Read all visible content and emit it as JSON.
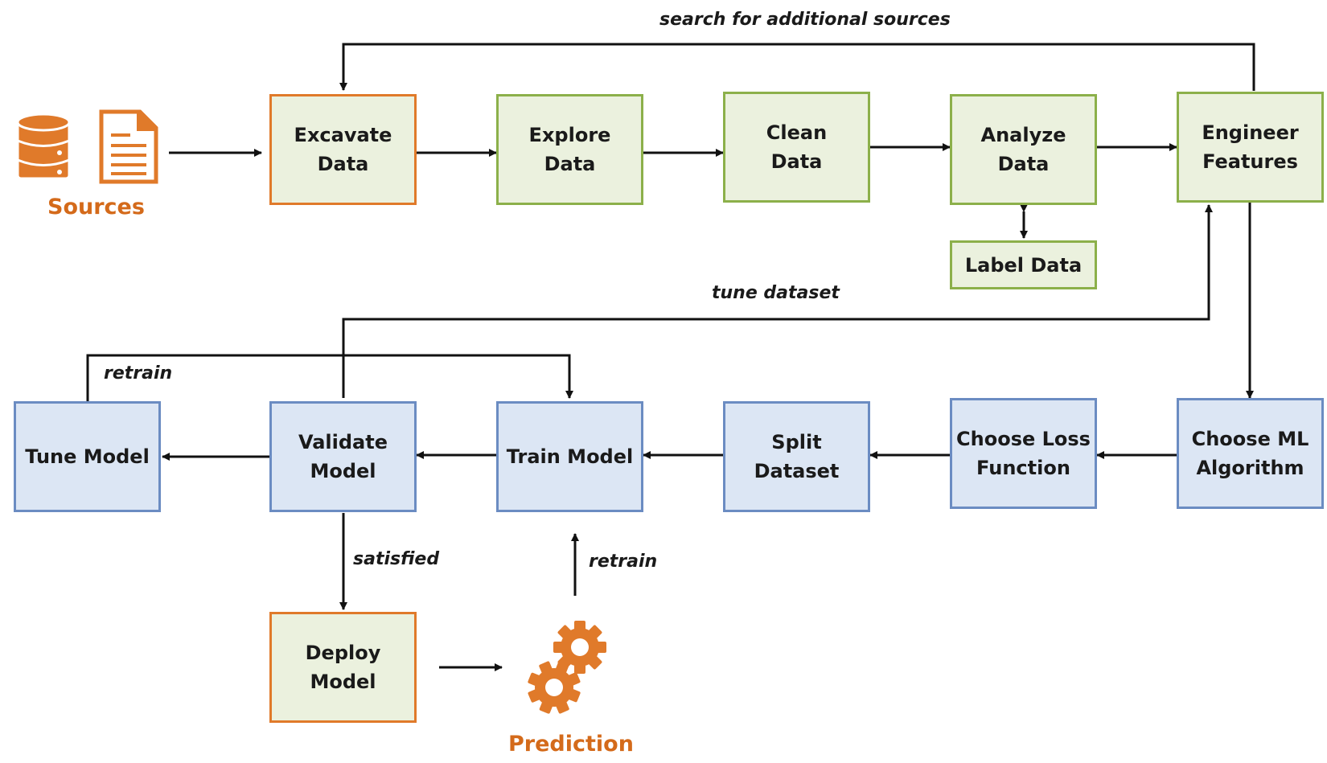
{
  "colors": {
    "green_fill": "#ebf1de",
    "green_border": "#8cb04a",
    "blue_fill": "#dce6f4",
    "blue_border": "#6b8cc2",
    "orange": "#e07a2a",
    "orange_text": "#d46a1a",
    "arrow": "#111111"
  },
  "icons": [
    "database-icon",
    "document-icon",
    "gears-icon"
  ],
  "sources_label": "Sources",
  "prediction_label": "Prediction",
  "edge_labels": {
    "search": "search for additional sources",
    "tune_dataset": "tune dataset",
    "retrain_top": "retrain",
    "satisfied": "satisfied",
    "retrain_bottom": "retrain"
  },
  "nodes": {
    "excavate": "Excavate\nData",
    "explore": "Explore\nData",
    "clean": "Clean\nData",
    "analyze": "Analyze\nData",
    "engineer": "Engineer\nFeatures",
    "label": "Label Data",
    "choose_ml": "Choose ML\nAlgorithm",
    "choose_loss": "Choose Loss\nFunction",
    "split": "Split\nDataset",
    "train": "Train Model",
    "validate": "Validate\nModel",
    "tune": "Tune Model",
    "deploy": "Deploy\nModel"
  }
}
